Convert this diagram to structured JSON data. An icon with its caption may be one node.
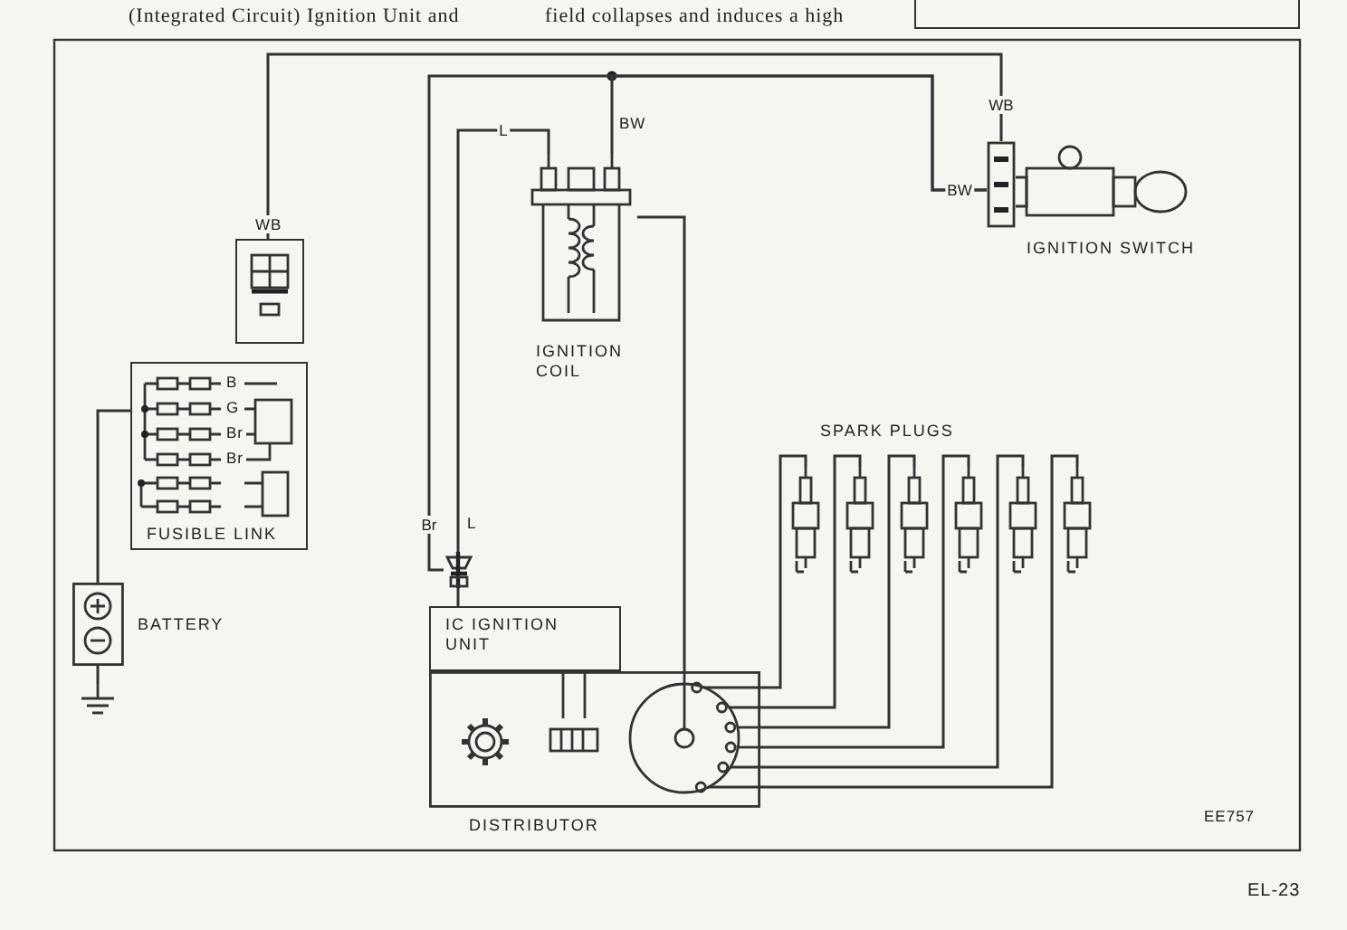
{
  "diagram": {
    "nodes": [
      {
        "text": [
          "IGNITION SWITCH"
        ]
      },
      {
        "text": [],
        "shape": "box"
      },
      {
        "text": [
          "FUSIBLE LINK"
        ]
      },
      {
        "text": [
          "BATTERY"
        ]
      },
      {
        "text": [
          "IGNITION COIL"
        ]
      },
      {
        "text": [],
        "shape": "picture"
      },
      {
        "text": [
          "DISTRIBUTOR"
        ]
      },
      {
        "text": [
          "IC IGNITION UNIT"
        ]
      },
      {
        "text": [],
        "shape": "picture"
      },
      {
        "text": [],
        "shape": "picture"
      },
      {
        "text": [],
        "shape": "picture"
      },
      {
        "text": [],
        "shape": "picture"
      },
      {
        "text": [],
        "shape": "picture"
      },
      {
        "text": [],
        "shape": "picture"
      },
      {
        "text": [],
        "shape": "ground"
      },
      {
        "text": [],
        "shape": "box"
      }
    ],
    "edges": [
      {
        "from": 0,
        "to": 1,
        "arrow": "none",
        "label": "WB"
      },
      {
        "from": 0,
        "to": 4,
        "arrow": "none",
        "label": "BW"
      },
      {
        "from": 4,
        "to": 5,
        "arrow": "none",
        "label": "L"
      },
      {
        "from": 0,
        "to": 5,
        "arrow": "none",
        "label": "Br"
      },
      {
        "from": 4,
        "to": 6,
        "arrow": "none"
      },
      {
        "from": 5,
        "to": 7,
        "arrow": "none"
      },
      {
        "from": 2,
        "to": 3,
        "arrow": "none"
      },
      {
        "from": 3,
        "to": 14,
        "arrow": "none"
      },
      {
        "from": 6,
        "to": 8,
        "arrow": "none"
      },
      {
        "from": 6,
        "to": 9,
        "arrow": "none"
      },
      {
        "from": 6,
        "to": 10,
        "arrow": "none"
      },
      {
        "from": 6,
        "to": 11,
        "arrow": "none"
      },
      {
        "from": 6,
        "to": 12,
        "arrow": "none"
      },
      {
        "from": 6,
        "to": 13,
        "arrow": "none"
      }
    ],
    "labels": [
      "(Integrated Circuit) Ignition Unit and",
      "field collapses and induces a high",
      "WB",
      "BW",
      "L",
      "B",
      "G",
      "Br",
      "Br",
      "SPARK PLUGS",
      "EE757",
      "EL-23"
    ]
  }
}
